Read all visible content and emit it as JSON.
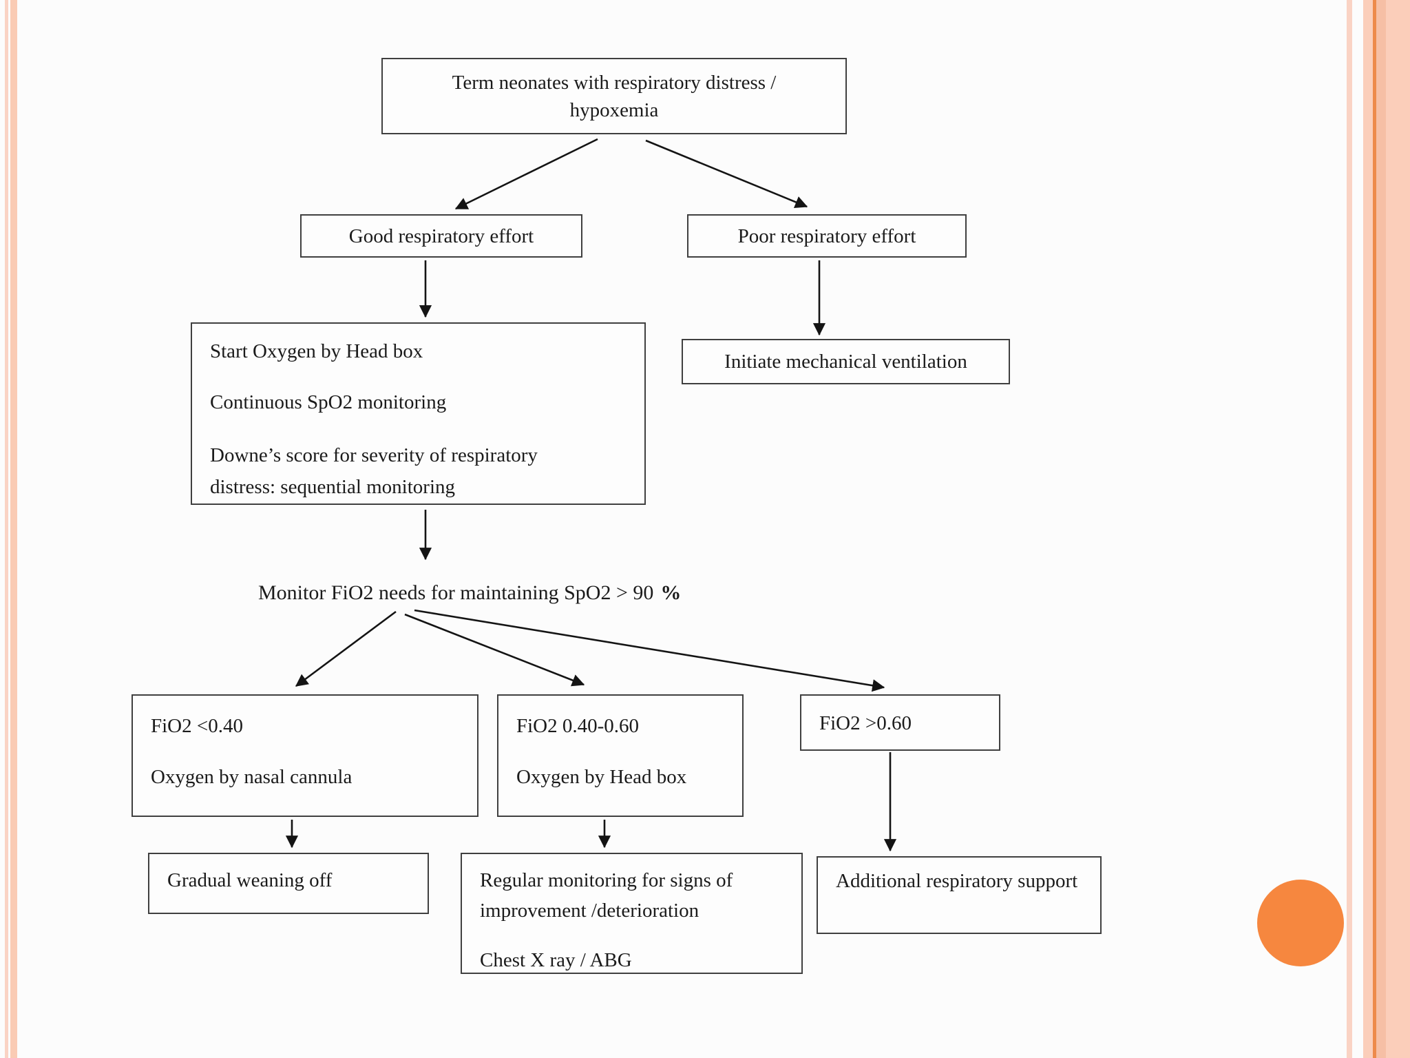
{
  "slide": {
    "background": "#FCFCFC",
    "decor": {
      "stripe_light": "#FAD3C4",
      "stripe_medium": "#FACBB4",
      "band_base": "#FBCEBA",
      "band_line": "#ED8A4B",
      "band_shade": "#F6BFA5",
      "circle_color": "#F6873F"
    }
  },
  "flowchart": {
    "title_box": {
      "line1": "Term neonates with respiratory distress /",
      "line2": "hypoxemia"
    },
    "good_effort": "Good respiratory effort",
    "poor_effort": "Poor respiratory effort",
    "headbox": {
      "line1": "Start Oxygen by Head box",
      "line2": "Continuous SpO2 monitoring",
      "line3": "Downe’s score for severity of respiratory distress: sequential monitoring"
    },
    "mech_vent": "Initiate mechanical ventilation",
    "monitor": {
      "text": "Monitor FiO2 needs for maintaining SpO2 > 90",
      "bold_suffix": "%"
    },
    "fio2_low": {
      "line1": "FiO2 <0.40",
      "line2": "Oxygen by nasal cannula"
    },
    "fio2_mid": {
      "line1": "FiO2 0.40-0.60",
      "line2": "Oxygen by Head box"
    },
    "fio2_high": {
      "line1": "FiO2 >0.60"
    },
    "weaning": "Gradual weaning off",
    "regular": {
      "line1": "Regular monitoring for signs of",
      "line2": "improvement /deterioration",
      "line3": "Chest X ray / ABG"
    },
    "additional": "Additional respiratory support"
  }
}
